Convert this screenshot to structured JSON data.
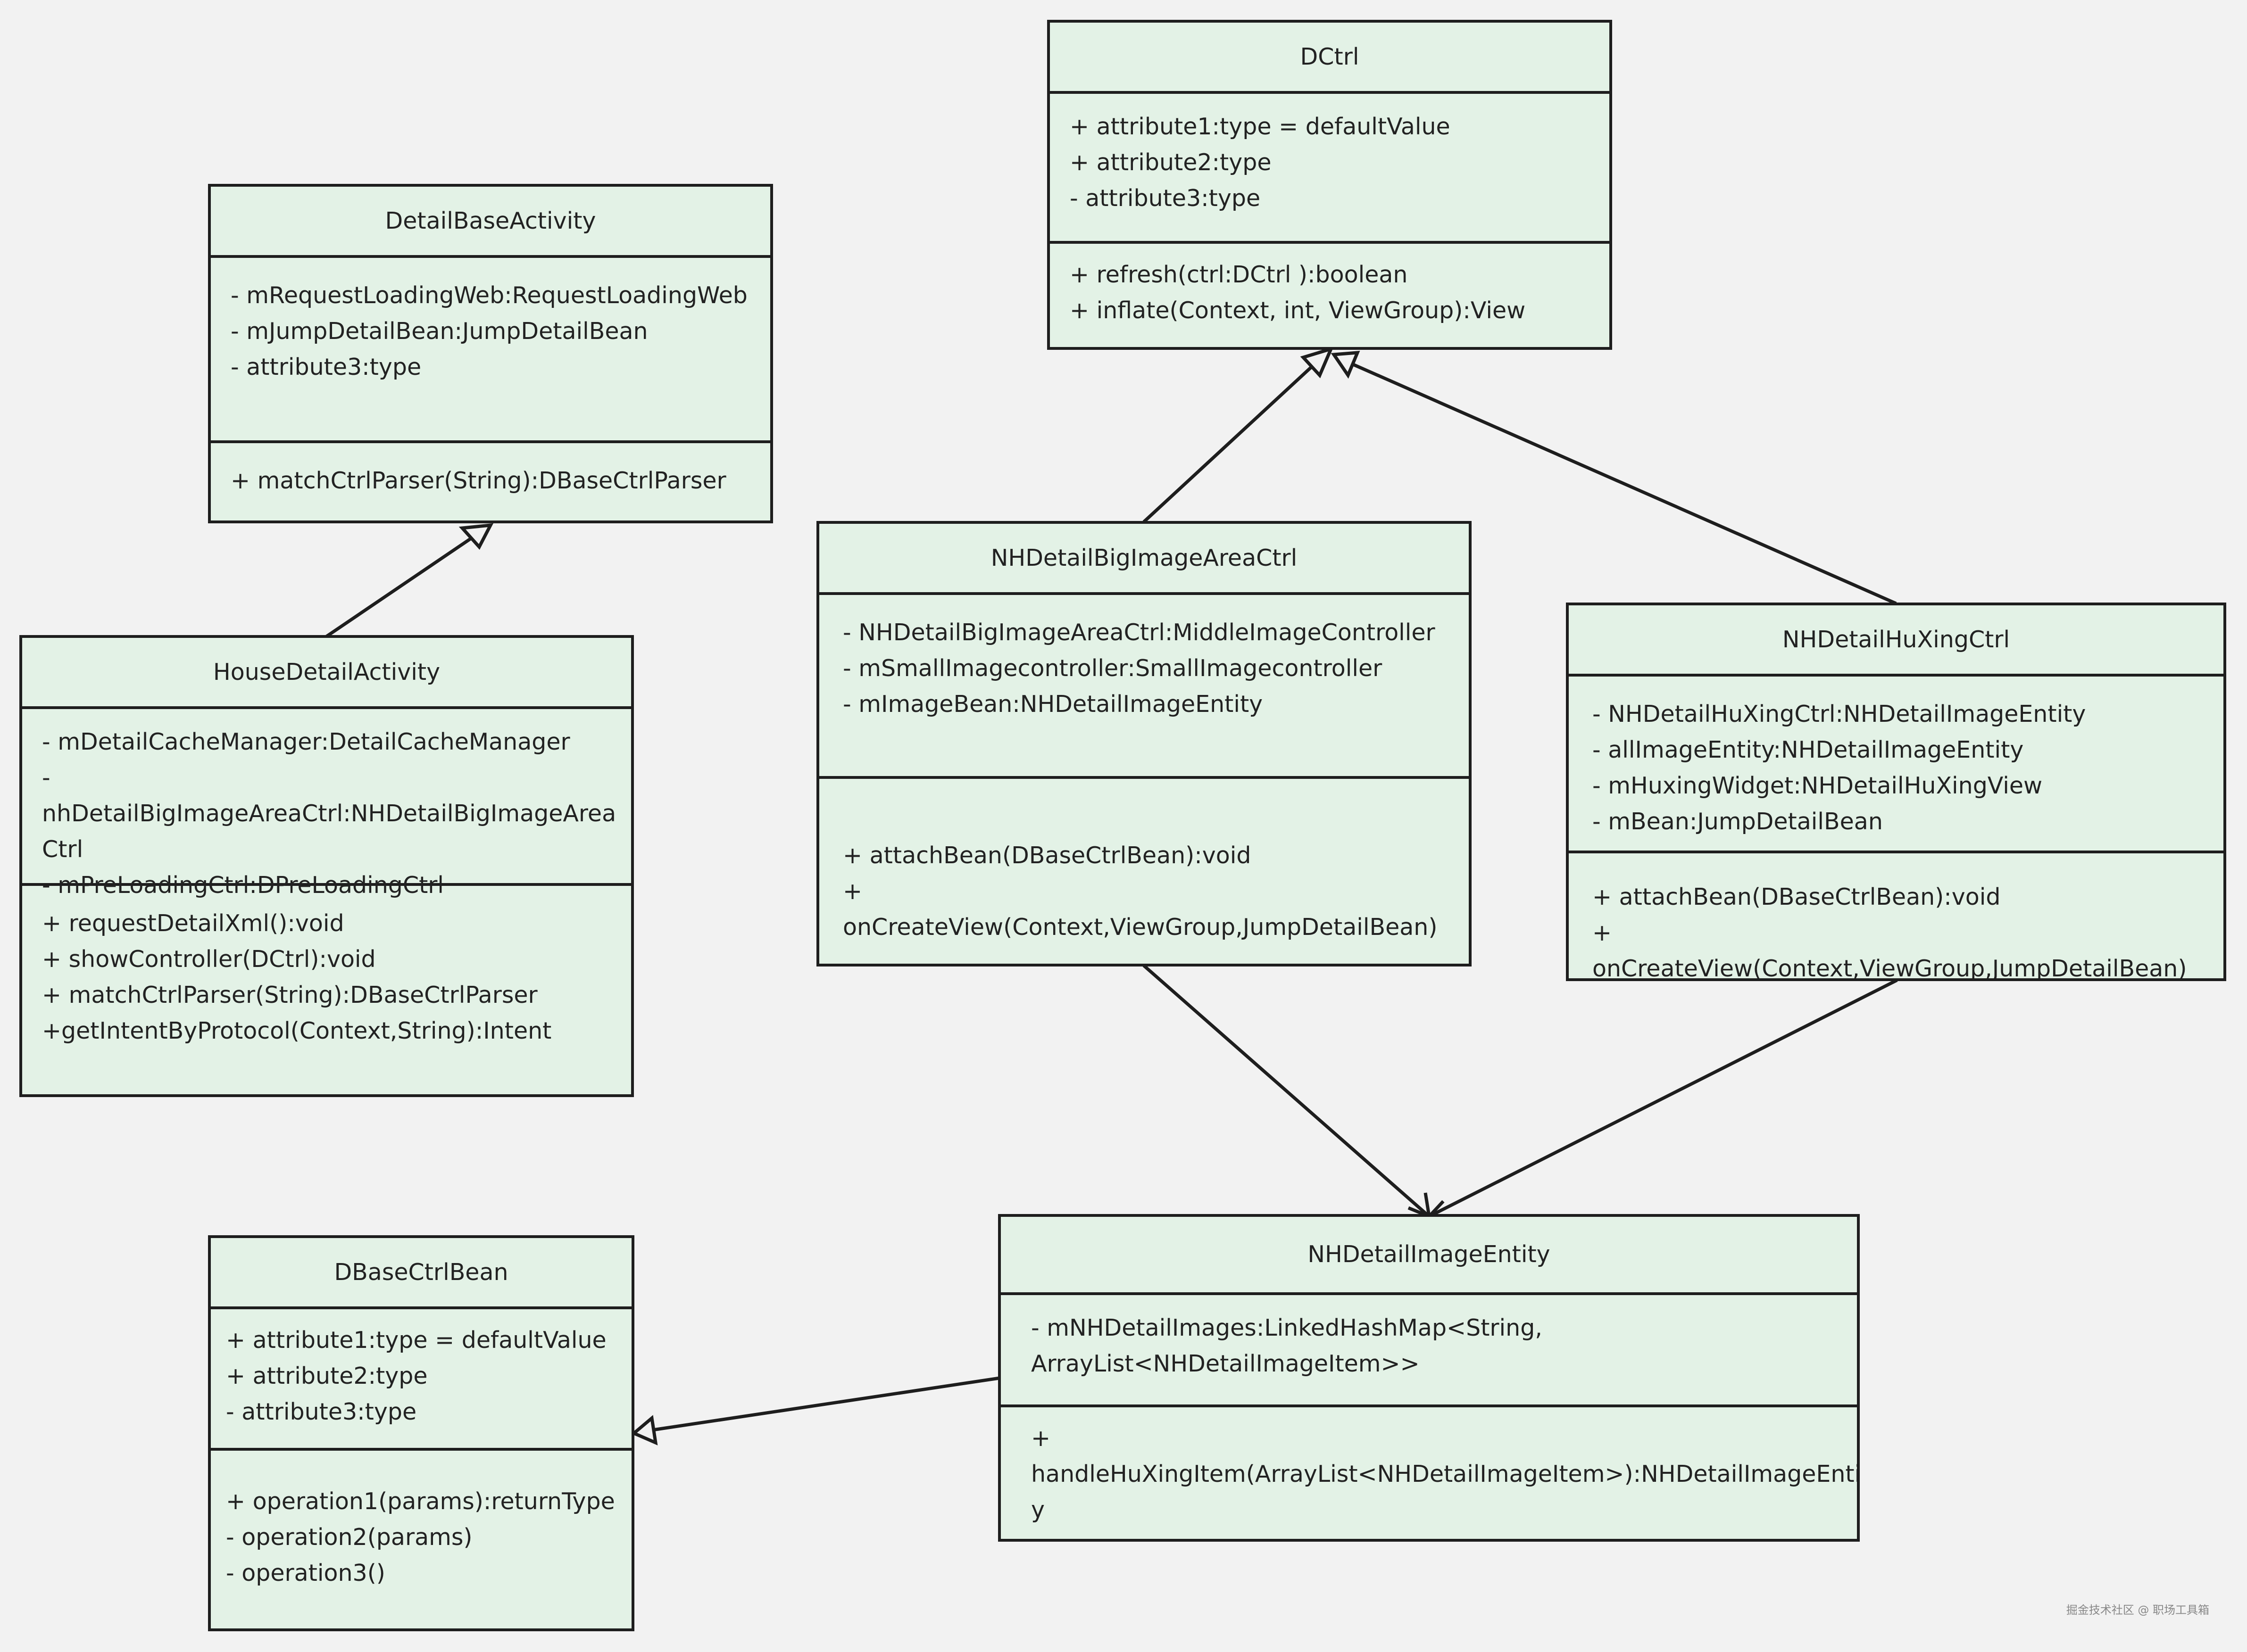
{
  "colors": {
    "background": "#f2f2f2",
    "class_fill": "#e3f2e6",
    "stroke": "#1e1e1e"
  },
  "classes": {
    "dctrl": {
      "name": "DCtrl",
      "attributes": [
        "+ attribute1:type = defaultValue",
        "+ attribute2:type",
        "- attribute3:type"
      ],
      "operations": [
        "+ refresh(ctrl:DCtrl ):boolean",
        "+ inflate(Context, int, ViewGroup):View"
      ]
    },
    "detail_base_activity": {
      "name": "DetailBaseActivity",
      "attributes": [
        "- mRequestLoadingWeb:RequestLoadingWeb",
        "- mJumpDetailBean:JumpDetailBean",
        "- attribute3:type"
      ],
      "operations": [
        "+ matchCtrlParser(String):DBaseCtrlParser"
      ]
    },
    "house_detail_activity": {
      "name": "HouseDetailActivity",
      "attributes": [
        "- mDetailCacheManager:DetailCacheManager",
        "- nhDetailBigImageAreaCtrl:NHDetailBigImageArea",
        "Ctrl",
        "- mPreLoadingCtrl:DPreLoadingCtrl"
      ],
      "operations": [
        "+ requestDetailXml():void",
        "+ showController(DCtrl):void",
        "+ matchCtrlParser(String):DBaseCtrlParser",
        "+getIntentByProtocol(Context,String):Intent"
      ]
    },
    "nh_big_image_area_ctrl": {
      "name": "NHDetailBigImageAreaCtrl",
      "attributes": [
        "- NHDetailBigImageAreaCtrl:MiddleImageController",
        "- mSmallImagecontroller:SmallImagecontroller",
        "- mImageBean:NHDetailImageEntity"
      ],
      "operations": [
        "+ attachBean(DBaseCtrlBean):void",
        "+ onCreateView(Context,ViewGroup,JumpDetailBean)"
      ]
    },
    "nh_huxing_ctrl": {
      "name": "NHDetailHuXingCtrl",
      "attributes": [
        "- NHDetailHuXingCtrl:NHDetailImageEntity",
        "- allImageEntity:NHDetailImageEntity",
        "- mHuxingWidget:NHDetailHuXingView",
        "- mBean:JumpDetailBean"
      ],
      "operations": [
        "+ attachBean(DBaseCtrlBean):void",
        "+ onCreateView(Context,ViewGroup,JumpDetailBean)"
      ]
    },
    "dbase_ctrl_bean": {
      "name": "DBaseCtrlBean",
      "attributes": [
        "+ attribute1:type = defaultValue",
        "+ attribute2:type",
        "- attribute3:type"
      ],
      "operations": [
        "+ operation1(params):returnType",
        "- operation2(params)",
        "- operation3()"
      ]
    },
    "nh_image_entity": {
      "name": "NHDetailImageEntity",
      "attributes": [
        "- mNHDetailImages:LinkedHashMap<String,",
        "ArrayList<NHDetailImageItem>>"
      ],
      "operations": [
        "+",
        "handleHuXingItem(ArrayList<NHDetailImageItem>):NHDetailImageEntit",
        "y"
      ]
    }
  },
  "watermark": "掘金技术社区 @ 职场工具箱"
}
